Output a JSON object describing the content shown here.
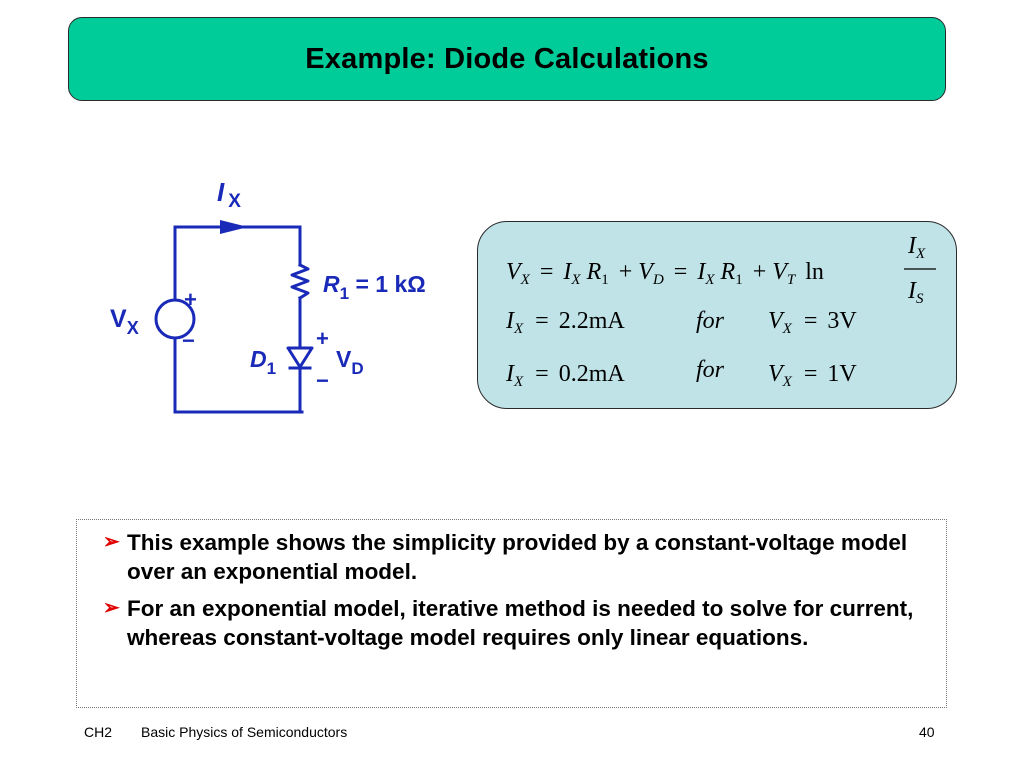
{
  "title": "Example:  Diode Calculations",
  "circuit": {
    "current_label": "I",
    "current_sub": "X",
    "source_label": "V",
    "source_sub": "X",
    "source_plus": "+",
    "source_minus": "−",
    "resistor_label": "R",
    "resistor_sub": "1",
    "resistor_value": " = 1 kΩ",
    "diode_label": "D",
    "diode_sub": "1",
    "diode_plus": "+",
    "diode_minus": "−",
    "diode_voltage": "V",
    "diode_voltage_sub": "D",
    "wire_color": "#1a2ab8"
  },
  "equations": {
    "eq1": {
      "VX": "V",
      "VX_sub": "X",
      "eq1": "=",
      "IX1": "I",
      "IX1_sub": "X",
      "R1a": "R",
      "R1a_sub": "1",
      "plus1": "+",
      "VD": "V",
      "VD_sub": "D",
      "eq2": "=",
      "IX2": "I",
      "IX2_sub": "X",
      "R1b": "R",
      "R1b_sub": "1",
      "plus2": "+",
      "VT": "V",
      "VT_sub": "T",
      "ln": "ln",
      "num": "I",
      "num_sub": "X",
      "den": "I",
      "den_sub": "S"
    },
    "eq2": {
      "I": "I",
      "I_sub": "X",
      "eq": "=",
      "val": "2.2mA",
      "for": "for",
      "V": "V",
      "V_sub": "X",
      "eq_b": "=",
      "vval": "3V"
    },
    "eq3": {
      "I": "I",
      "I_sub": "X",
      "eq": "=",
      "val": "0.2mA",
      "for": "for",
      "V": "V",
      "V_sub": "X",
      "eq_b": "=",
      "vval": "1V"
    }
  },
  "bullets": {
    "marker": "➢",
    "items": [
      "This example shows the simplicity provided by a constant-voltage model over an exponential model.",
      "For an exponential model, iterative method is needed to solve for current, whereas constant-voltage model requires only linear equations."
    ]
  },
  "footer": {
    "chapter": "CH2",
    "course": "Basic Physics of Semiconductors",
    "page": "40"
  }
}
